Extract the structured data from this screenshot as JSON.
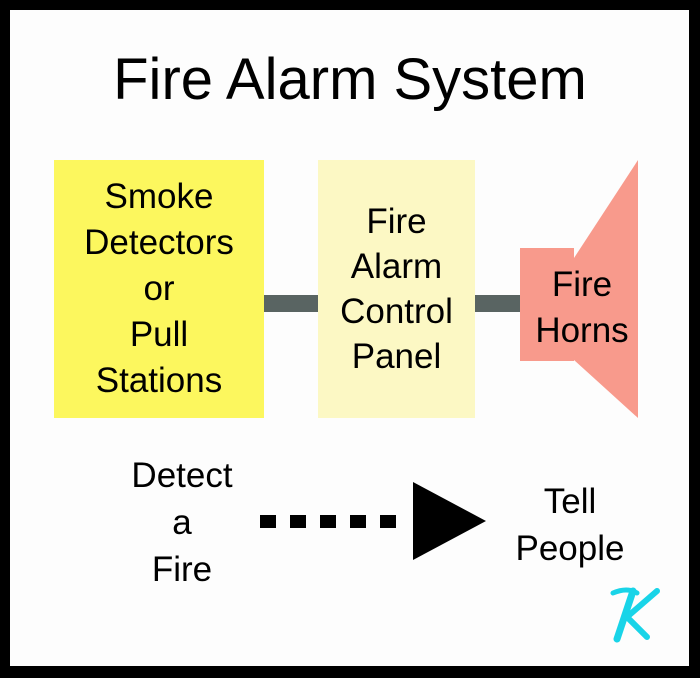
{
  "title": "Fire Alarm System",
  "boxes": {
    "detectors": "Smoke\nDetectors\nor\nPull\nStations",
    "panel": "Fire\nAlarm\nControl\nPanel",
    "horns": "Fire\nHorns"
  },
  "captions": {
    "detect": "Detect\na\nFire",
    "tell": "Tell\nPeople"
  },
  "colors": {
    "border": "#000000",
    "detectors_fill": "#fcf75e",
    "panel_fill": "#fcf8c4",
    "horn_fill": "#f89a8c",
    "connector": "#596462",
    "arrow": "#000000",
    "logo": "#19d4e8"
  },
  "icons": {
    "horn": "horn-icon",
    "arrow": "dotted-arrow-icon",
    "logo": "k-logo-icon"
  }
}
